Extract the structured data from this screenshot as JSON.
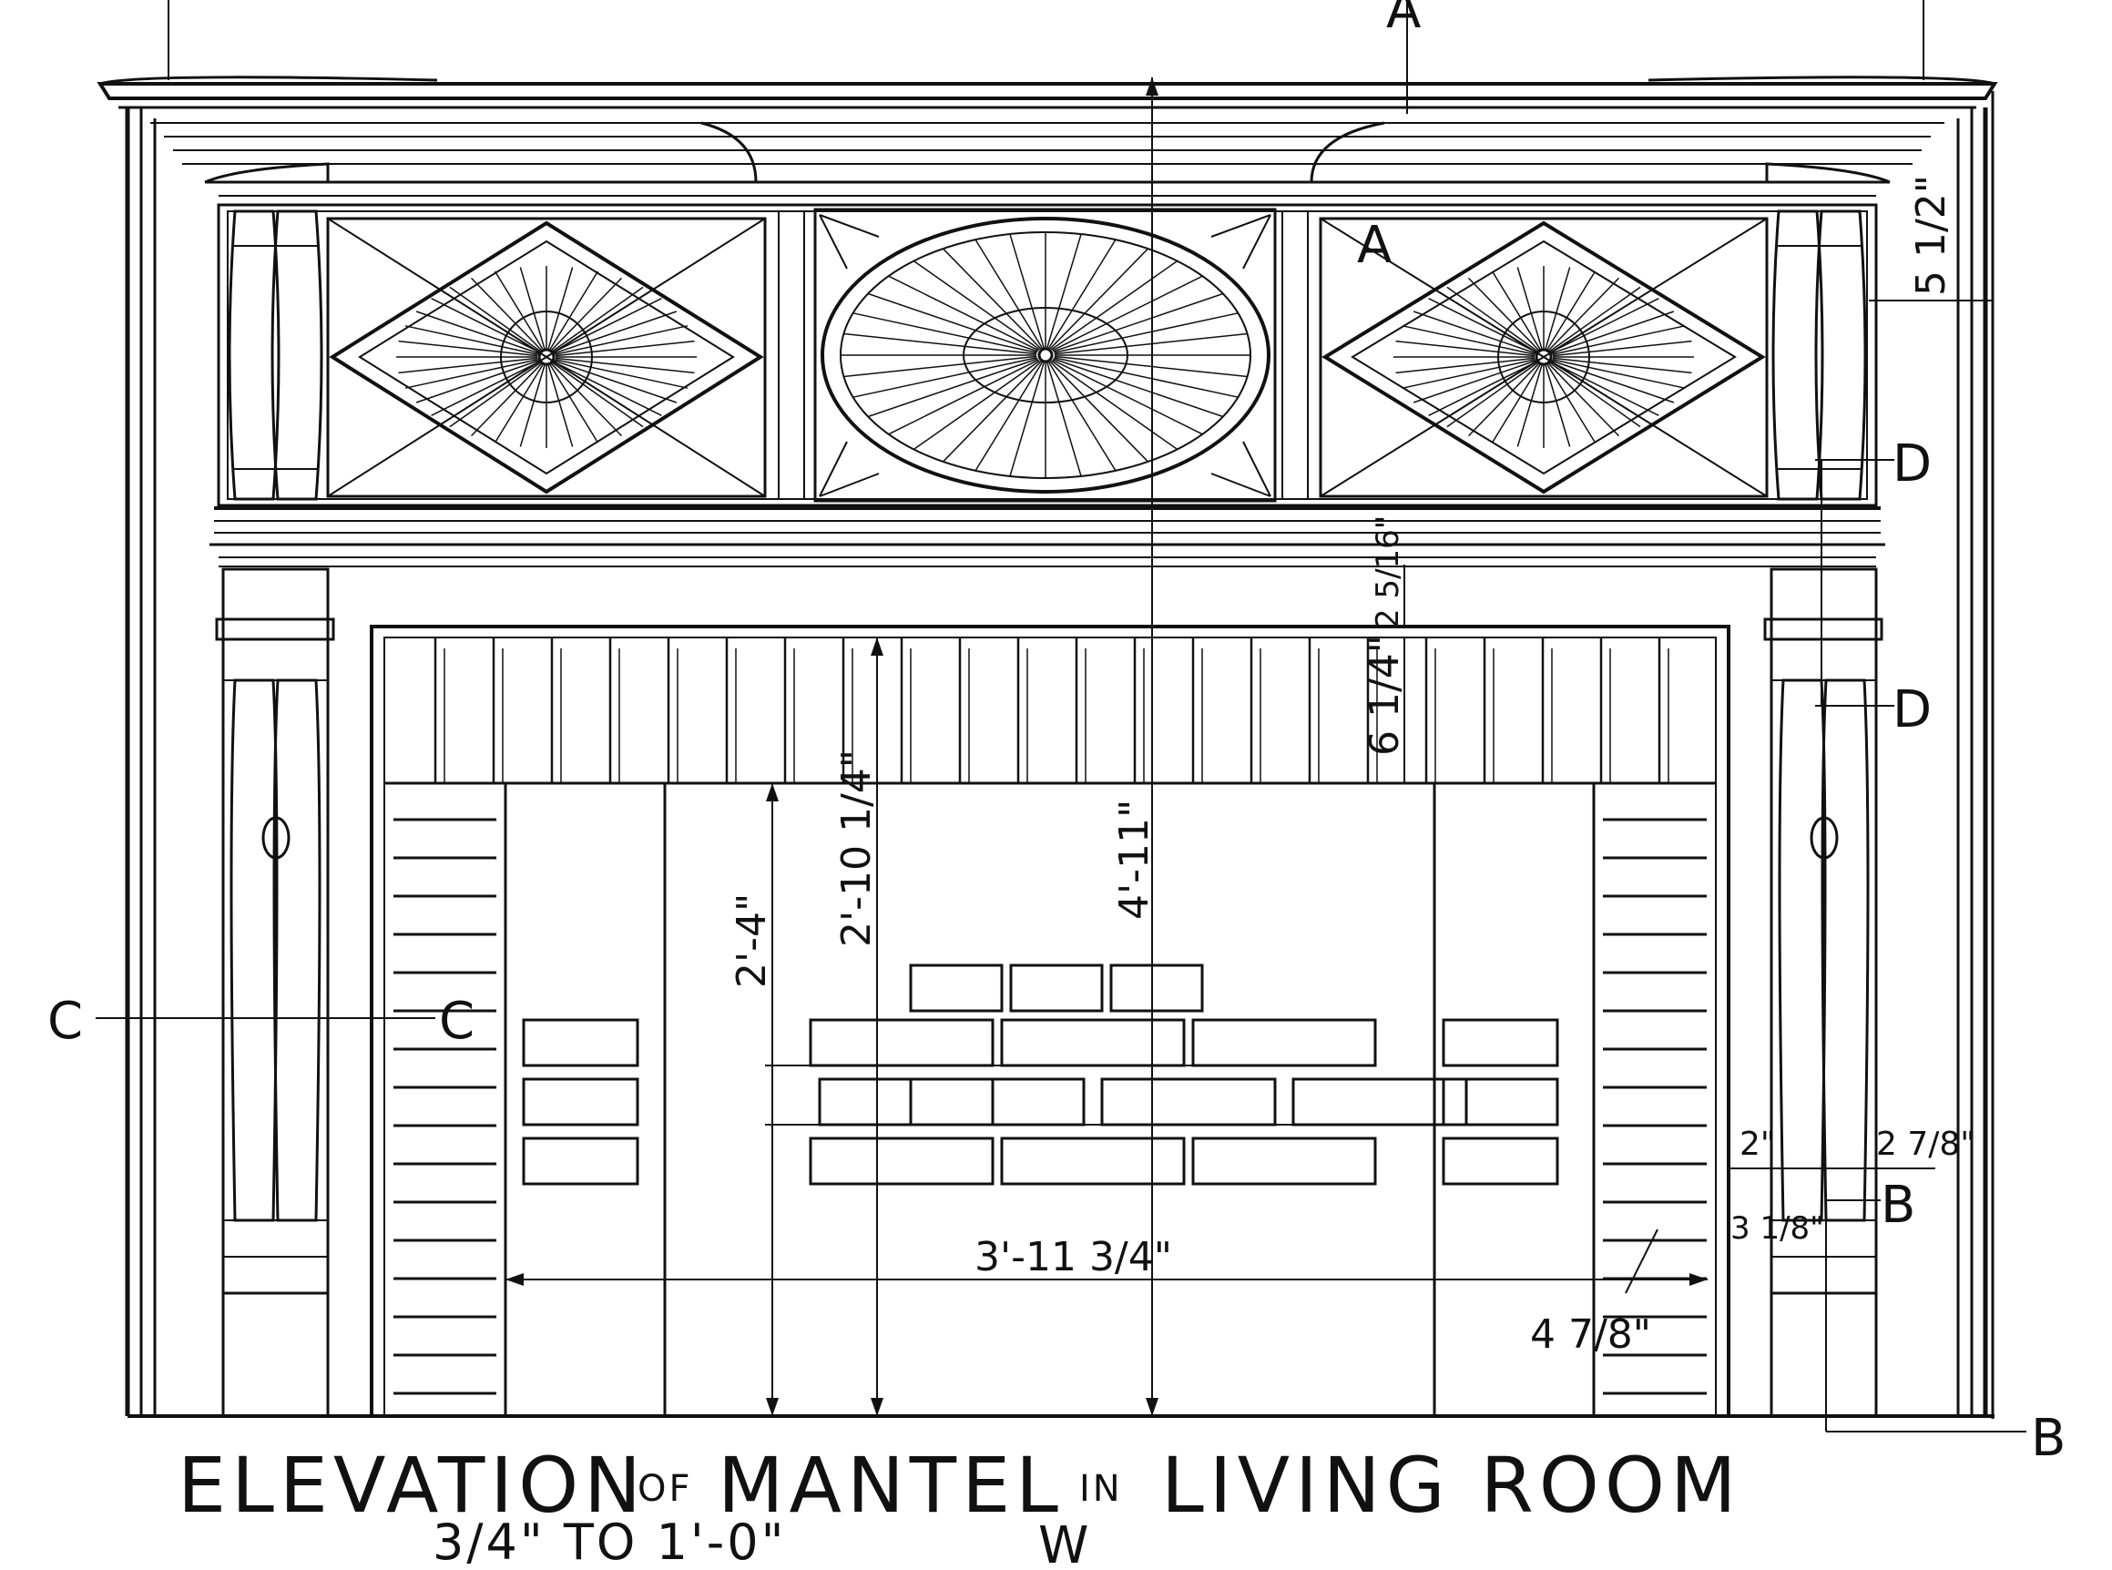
{
  "title": {
    "part1": "ELEVATION",
    "part2": "OF",
    "part3": "MANTEL",
    "part4": "IN",
    "part5": "LIVING ROOM"
  },
  "scale": "3/4\" TO 1'-0\"",
  "monogram": "W",
  "section_markers": {
    "a_top": "A",
    "a_panel": "A",
    "b_upper": "B",
    "b_lower": "B",
    "c_left": "C",
    "c_right": "C",
    "d_upper": "D",
    "d_lower": "D"
  },
  "dimensions": {
    "overall_height": "4'-11\"",
    "opening_width": "3'-11 3/4\"",
    "firebox_height": "2'-4\"",
    "opening_height": "2'-10 1/4\"",
    "frieze_height": "6 1/4\"",
    "molding_height": "2 5/16\"",
    "cornice_projection": "5 1/2\"",
    "pilaster_width_left": "2\"",
    "pilaster_width_right": "2 7/8\"",
    "pilaster_base": "3 1/8\"",
    "jamb_width": "4 7/8\""
  }
}
